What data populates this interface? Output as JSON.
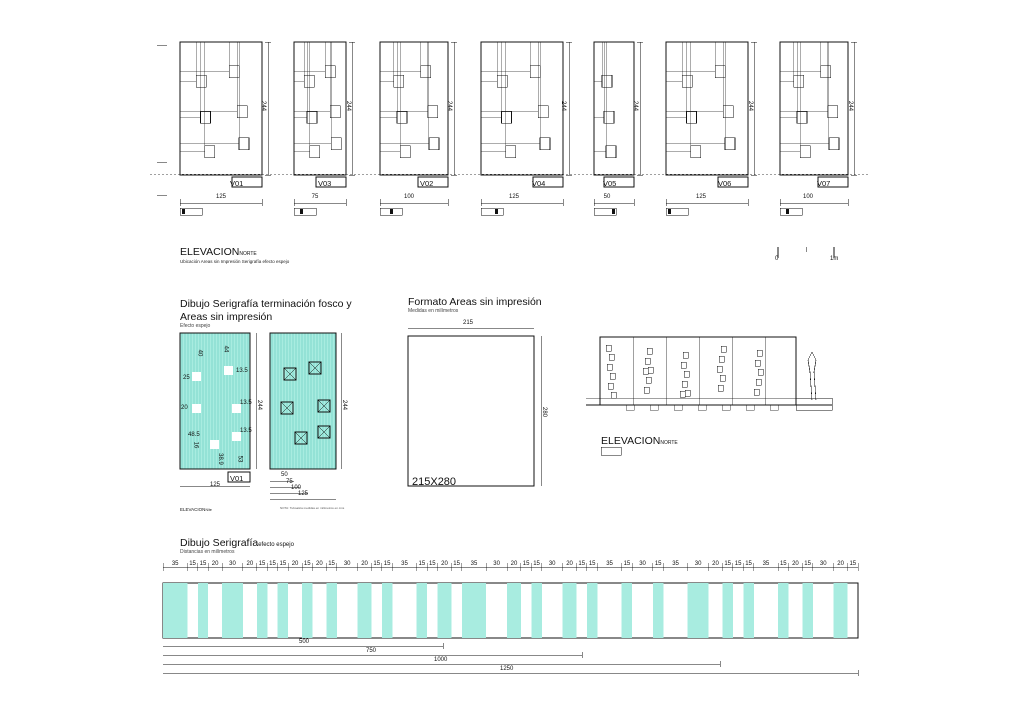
{
  "colors": {
    "ink": "#111111",
    "screen": "#a8ece0",
    "screen_dark": "#7fd9cb",
    "grid": "#cccccc"
  },
  "top": {
    "panels": [
      {
        "code": "V01",
        "width": "125",
        "height": "244"
      },
      {
        "code": "V03",
        "width": "75",
        "height": "244"
      },
      {
        "code": "V02",
        "width": "100",
        "height": "244"
      },
      {
        "code": "V04",
        "width": "125",
        "height": "244"
      },
      {
        "code": "V05",
        "width": "50",
        "height": "244"
      },
      {
        "code": "V06",
        "width": "125",
        "height": "244"
      },
      {
        "code": "V07",
        "width": "100",
        "height": "244"
      }
    ],
    "title": "ELEVACION",
    "title_sub": "NORTE",
    "subtitle": "Ubicación Areas sin Impresión Serigrafía efecto espejo",
    "scale_labels": [
      "0",
      "1m"
    ]
  },
  "middle": {
    "drawing_title_1": "Dibujo Serigrafía terminación fosco y",
    "drawing_title_2": "Areas sin impresión",
    "drawing_sub": "Efecto espejo",
    "v01_dims": [
      "40",
      "44",
      "25",
      "20",
      "16",
      "48.5",
      "13.5",
      "13.5",
      "13.5",
      "53",
      "38.9"
    ],
    "v01_height": "244",
    "v01_width": "125",
    "v01_code": "V01",
    "v01_caption": "ELEVACION",
    "v01_caption_sub": "N/te",
    "right_height": "244",
    "right_dims": [
      "50",
      "75",
      "100",
      "125"
    ],
    "note": "NOTA: Tuboatica medidas en milímetros en cms",
    "format_title": "Formato Areas sin impresión",
    "format_sub": "Medidas en milímetros",
    "format_width": "215",
    "format_height": "280",
    "format_label": "215X280",
    "elev_title": "ELEVACION",
    "elev_title_sub": "NORTE"
  },
  "bottom": {
    "title": "Dibujo Serigrafía",
    "title_sub": "efecto espejo",
    "subtitle": "Distancias en milímetros",
    "segments": [
      "35",
      "15",
      "15",
      "20",
      "30",
      "20",
      "15",
      "15",
      "15",
      "20",
      "15",
      "20",
      "15",
      "30",
      "20",
      "15",
      "15",
      "35",
      "15",
      "15",
      "20",
      "15",
      "35",
      "30",
      "20",
      "15",
      "15",
      "30",
      "20",
      "15",
      "15",
      "35",
      "15",
      "30",
      "15",
      "35",
      "30",
      "20",
      "15",
      "15",
      "15",
      "35",
      "15",
      "20",
      "15",
      "30",
      "20",
      "15"
    ],
    "totals": [
      "500",
      "750",
      "1000",
      "1250"
    ]
  }
}
